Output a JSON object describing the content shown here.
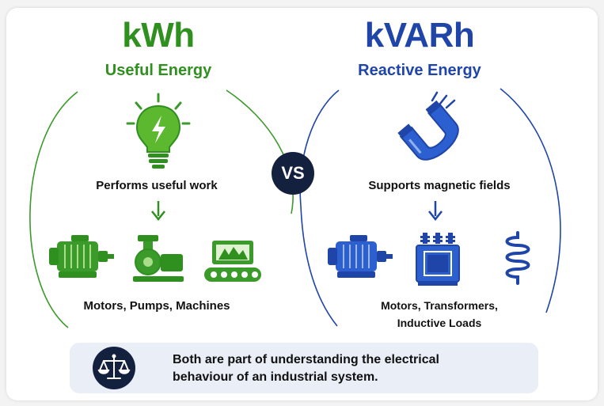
{
  "left": {
    "title": "kWh",
    "subtitle": "Useful Energy",
    "description": "Performs useful work",
    "examples": "Motors, Pumps, Machines",
    "color": "#3a9a2a"
  },
  "right": {
    "title": "kVARh",
    "subtitle": "Reactive Energy",
    "description": "Supports magnetic fields",
    "examples_line1": "Motors, Transformers,",
    "examples_line2": "Inductive Loads",
    "color": "#1f45a8"
  },
  "vs_label": "VS",
  "banner": {
    "line1": "Both are part of understanding the electrical",
    "line2": "behaviour of an industrial system."
  },
  "icons": {
    "left": [
      "lightbulb-icon",
      "motor-icon",
      "pump-icon",
      "conveyor-machine-icon"
    ],
    "right": [
      "magnet-icon",
      "motor-icon",
      "transformer-icon",
      "inductor-coil-icon"
    ],
    "banner": "balance-scale-icon"
  }
}
